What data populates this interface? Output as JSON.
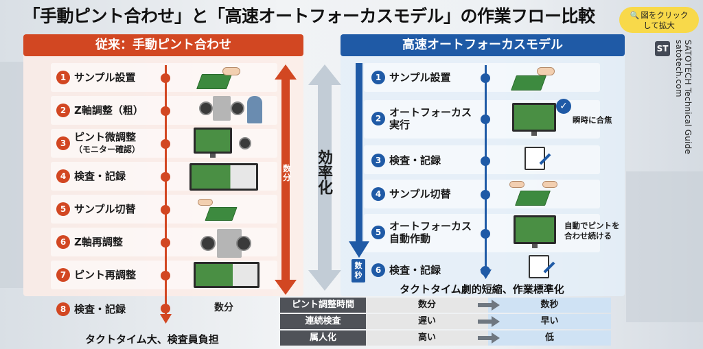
{
  "title": "「手動ピント合わせ」と「高速オートフォーカスモデル」の作業フロー比較",
  "zoom_badge": {
    "icon": "magnifier-icon",
    "line1": "図をクリック",
    "line2": "して拡大"
  },
  "brand": {
    "logo": "ST",
    "line1": "SATOTECH Technical Guide",
    "line2": "satotech.com"
  },
  "left_panel": {
    "header": "従来：手動ピント合わせ",
    "accent": "#d24722",
    "steps": [
      {
        "num": "1",
        "label": "サンプル設置"
      },
      {
        "num": "2",
        "label": "Z軸調整（粗）"
      },
      {
        "num": "3",
        "label": "ピント微調整",
        "sub": "（モニター確認）"
      },
      {
        "num": "4",
        "label": "検査・記録"
      },
      {
        "num": "5",
        "label": "サンプル切替"
      },
      {
        "num": "6",
        "label": "Z軸再調整"
      },
      {
        "num": "7",
        "label": "ピント再調整"
      },
      {
        "num": "8",
        "label": "検査・記録"
      }
    ],
    "duration_vertical": "数分",
    "duration_bottom": "数分",
    "caption": "タクトタイム大、検査員負担"
  },
  "middle": {
    "label": "効率化"
  },
  "right_panel": {
    "header": "高速オートフォーカスモデル",
    "accent": "#1f5aa6",
    "steps": [
      {
        "num": "1",
        "label": "サンプル設置"
      },
      {
        "num": "2",
        "label": "オートフォーカス",
        "sub": "実行"
      },
      {
        "num": "3",
        "label": "検査・記録"
      },
      {
        "num": "4",
        "label": "サンプル切替"
      },
      {
        "num": "5",
        "label": "オートフォーカス",
        "sub": "自動作動"
      },
      {
        "num": "6",
        "label": "検査・記録"
      }
    ],
    "notes": {
      "instant": "瞬時に合焦",
      "auto_line1": "自動でピントを",
      "auto_line2": "合わせ続ける"
    },
    "duration_vertical": "数秒",
    "caption": "タクトタイム劇的短縮、作業標準化"
  },
  "comparison": {
    "rows": [
      {
        "label": "ピント調整時間",
        "manual": "数分",
        "auto": "数秒"
      },
      {
        "label": "連続検査",
        "manual": "遅い",
        "auto": "早い"
      },
      {
        "label": "属人化",
        "manual": "高い",
        "auto": "低"
      }
    ]
  }
}
